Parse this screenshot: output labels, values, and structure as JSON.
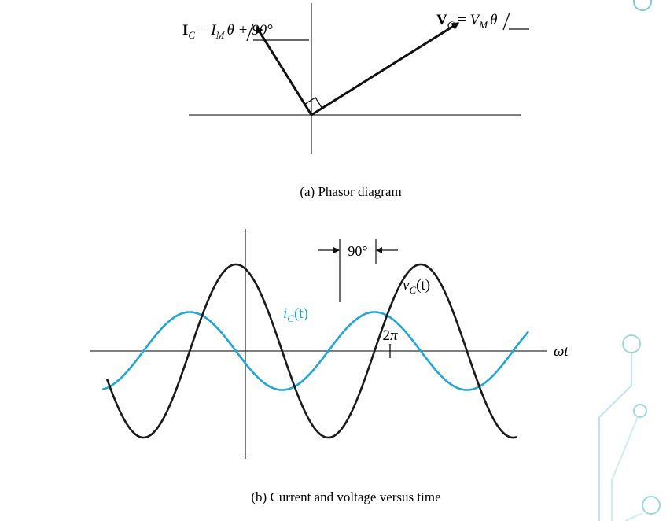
{
  "phasor": {
    "caption": "(a) Phasor diagram",
    "current_label": {
      "symbol": "I",
      "subscript": "C",
      "eq": " = ",
      "mag": "I",
      "mag_sub": "M",
      "angle": "θ + 90°"
    },
    "voltage_label": {
      "symbol": "V",
      "subscript": "C",
      "eq": " = ",
      "mag": "V",
      "mag_sub": "M",
      "angle": "θ"
    },
    "current_angle_deg": 122,
    "voltage_angle_deg": 32,
    "current_magnitude": 0.6,
    "voltage_magnitude": 1.0
  },
  "waveform": {
    "caption": "(b) Current and voltage versus time",
    "axis_label": "ωt",
    "phase_label": "90°",
    "period_label": "2π",
    "voltage_label": {
      "name": "v",
      "sub": "C",
      "arg": "(t)"
    },
    "current_label": {
      "name": "i",
      "sub": "C",
      "arg": "(t)"
    },
    "voltage_amplitude": 1.0,
    "current_amplitude": 0.45,
    "phase_shift_deg": 90
  },
  "colors": {
    "voltage": "#1a1a1a",
    "current": "#1ea7d8",
    "axis": "#333333",
    "decor": "#b5e6f2"
  }
}
